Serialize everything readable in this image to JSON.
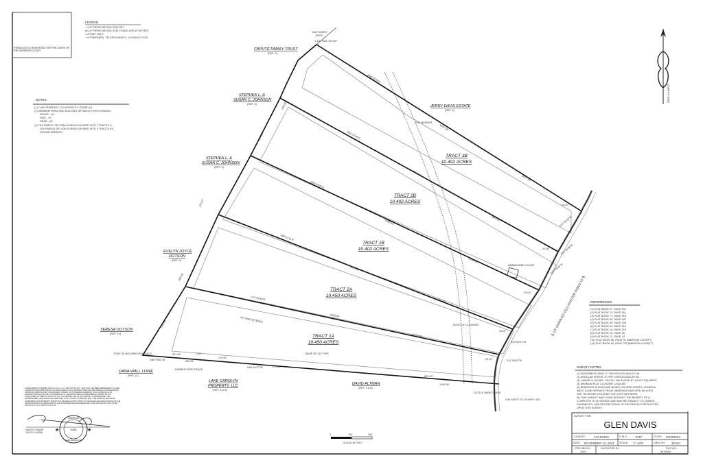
{
  "clerk_block": "THIS BLOCK IS RESERVED FOR THE CLERK OF THE SUPERIOR COURT",
  "legend": {
    "title": "LEGEND",
    "items": [
      "○=1/2\" REINFORCING ROD SET",
      "●=1/2\" REINFORCING ROD FOUND (OR AS NOTED)",
      "▵=POINT ONLY",
      "⊸=POWER(PP), TELEPHONE(TP), LIGHT(LP) POLE"
    ]
  },
  "notes": {
    "title": "NOTES",
    "items": [
      "(1) THIS PROPERTY IS CURRENTLY ZONED A2",
      "(2) MINIMUM PRINCIPAL BUILDING SETBACKS (PER ZONING):",
      "FRONT - 50'",
      "SIDE - 40'",
      "REAR - 40'",
      "(3) TAX PARCEL 057 008A IS BEING DIVIDED INTO 2 TRACTS &",
      "TAX PARCEL 057 008 IS BEING DIVIDED INTO 3 TRACTS AS",
      "SHOWN HEREON."
    ]
  },
  "north_arrow_label": "GRID GA WEST",
  "adjoiners": {
    "capute": "CAPUTE FAMILY TRUST",
    "capute_ref": "(REF. 3)",
    "johnson1": [
      "STEPHEN L. &",
      "SUSAN C. JOHNSON"
    ],
    "johnson1_ref": "(REF. 5)",
    "johnson2": [
      "STEPHEN L. &",
      "SUSAN C. JOHNSON"
    ],
    "johnson2_ref": "(REF. 5)",
    "jerry": "JERRY DAVIS ESTATE",
    "jerry_ref": "(REF. 6)",
    "evelyn": [
      "EVELYN JOYCE",
      "DOTSON"
    ],
    "evelyn_ref": "(REF. 9)",
    "teresa": "TERESA DOTSON",
    "teresa_ref": "(REF. 10)",
    "dana": "DANA WALL LOWE",
    "dana_ref": "(REF. 11)",
    "lake": [
      "LAKE CAROLYN",
      "PROPERTY, LLC"
    ],
    "lake_ref": "(REF. 4 & 8)",
    "altman": "DAVID ALTMAN",
    "altman_ref": "(REF. 4 & 8)"
  },
  "tracts": [
    {
      "name": "TRACT 3B",
      "area": "10.402 ACRES"
    },
    {
      "name": "TRACT 2B",
      "area": "10.402 ACRES"
    },
    {
      "name": "TRACT 1B",
      "area": "10.402 ACRES"
    },
    {
      "name": "TRACT 2A",
      "area": "10.450 ACRES"
    },
    {
      "name": "TRACT 1A",
      "area": "10.450 ACRES"
    }
  ],
  "dimensions": {
    "north_tie": "N40°36'36\"E",
    "north_tie_dist": "68.03'",
    "nail": "1-1/4\" NAIL W/CAP",
    "north_line": "S58°43'04\"E",
    "north_len": "1597.18'",
    "north_len2": "1617.18'",
    "l1_bearing": "S81°23'34\"E",
    "l1_len": "1621.10'",
    "l1_len2": "1641.10'",
    "l2_bearing": "S84°43'33\"E",
    "l2_len": "1608.61'",
    "l2_len2": "1626.61'",
    "l3_bearing": "S88°21'11\"E",
    "l3_len": "1591.68'",
    "l3_len2": "1611.86'",
    "l4_bearing": "S77°26'33\"E",
    "l4_len": "1653.38'",
    "l4_len2": "1673.38'",
    "s1": "321.94'",
    "s2": "322.81'",
    "s3": "1.15'",
    "s4": "175.50'",
    "s5": "471.21'",
    "s6": "833.30'",
    "s7": "1495.36'",
    "s_bearing": "N84°44'27\"W",
    "sw_bearing": "N86°39'51\"W",
    "offset": "20.00'",
    "w1": "228.56'",
    "w2": "324.56'",
    "w3": "374.67'",
    "w4": "405.92'",
    "w5": "233.56'",
    "setback": "40' SIDE SETBACK",
    "gas": "GAS MARKER",
    "abandoned": "ABANDONED HOUSE",
    "edge": "EDGE OF CLEARING",
    "e1": "S37°09'18\"W",
    "e2": "S34°26'38\"W",
    "e3": "S30°04'46\"W",
    "e4": "S24°50'01\"W",
    "e5": "S11°08'10\"W",
    "point_on": "POINT ON DISTURBED BUSHY AXLE",
    "base_pipe": "BASE OF 3/4\" PIPE",
    "barbed": "BARBED WIRE FENCE",
    "cattle": "CATTLE WIRE FENCE"
  },
  "road": {
    "label": "℄ OF UNPAVED OLD HUNTER ROAD 15' ℄",
    "distance": "0.55 MILES TO GA HWY. 330"
  },
  "references": {
    "title": "REFERENCES",
    "items": [
      "(1)  PLAT BOOK 87, PAGE 292",
      "(2)  PLAT BOOK 74, PAGE 116",
      "(3)  PLAT BOOK 71, PAGE 918",
      "(4)  PLAT BOOK 69, PAGE 187",
      "(5)  PLAT BOOK 69, PAGE 106",
      "(6)  PLAT BOOK 62, PAGE 215",
      "(7)  PLAT BOOK 18, PAGE 219",
      "(8)  PLAT BOOK 15, PAGE 26",
      "(9)  PLAT BOOK 12, PAGE 24",
      "(10) PLAT BOOK 58, PAGE 91 (BARROW COUNTY)",
      "(11) PLAT BOOK 84, PAGE 753 (BARROW COUNTY)"
    ]
  },
  "survey_notes": {
    "title": "SURVEY NOTES",
    "items": [
      "(1) EQUIPMENT USED: 2\" THEODOLITE AND E.D.M.",
      "(2) ANGULAR ERROR: 4\" PER STATION ADJUSTED.",
      "(3) LINEAR CLOSURE: 1/83,111, BALANCED BY LEAST SQUARES.",
      "(4) MINIMUM PLAT CLOSURE: 1/416,430",
      "(5) BEARINGS SHOWN ARE BASED ON GRID NORTH, GEORGIA",
      "     WEST ZONE DERIVED FROM OBSERVATIONS WITH AN eGPS",
      "     20/5, RECEIVER UTILIZING THE eGPS NETWORK.",
      "(6) THIS SURVEY WAS DONE WITHOUT THE BENEFIT OF A",
      "     COMPLETE TITLE SEARCH AND MAY BE SUBJECT TO LEASES,",
      "     EASEMENTS, AND RESTRICTIONS OF RECORD NOT REFLECTED",
      "     UPON THIS SURVEY."
    ]
  },
  "certification": "AS REQUIRED BY SUBSECTION (d) OF O.C.G.A. SECTION 15-6-67, THIS PLAT HAS BEEN PREPARED BY A LAND SURVEYOR AND APPROVED BY ALL APPLICABLE LOCAL JURISDICTIONS FOR RECORDING AS EVIDENCED BY APPROVAL CERTIFICATES, SIGNATURES, STAMPS, OR STATEMENTS HEREON. SUCH APPROVALS OR AFFIRMATIONS SHOULD BE CONFIRMED WITH THE APPROPRIATE GOVERNMENTAL BODIES BY ANY PURCHASER OR USER OF THIS PLAT AS TO INTENDED USE OF ANY PARCEL. FURTHERMORE, THE UNDERSIGNED LAND SURVEYOR CERTIFIES THAT THIS PLAT COMPLIES WITH THE MINIMUM TECHNICAL STANDARDS FOR PROPERTY SURVEYS IN GEORGIA AS SET FORTH IN THE RULES AND REGULATIONS OF THE GEORGIA BOARD OF REGISTRATION FOR PROFESSIONAL ENGINEERS AND LAND SURVEYORS AND AS SET FORTH IN O.C.G.A. SECTION 15-6-67.",
  "surveyor": {
    "name": "DAVID CHAMP",
    "license": "GA PLS #3038"
  },
  "seal": {
    "top": "GEORGIA",
    "number": "3038",
    "bottom": "LAND SURVEYOR"
  },
  "scale_bar": {
    "ticks": [
      "0",
      "100",
      "200"
    ],
    "label": "SCALE IN FEET"
  },
  "title_block": {
    "survey_for_label": "SURVEY FOR:",
    "survey_for": "GLEN DAVIS",
    "county_label": "COUNTY:",
    "county": "JACKSON",
    "gmd_label": "G.M.D.:",
    "gmd": "1747",
    "state_label": "STATE:",
    "state": "GEORGIA",
    "date_label": "DATE:",
    "date": "NOVEMBER 14, 2023",
    "scale_label": "SCALE:",
    "scale": "1\"=100'",
    "dwg_label": "DWG. BY:",
    "dwg": "JESSI",
    "fieldbook_label": "FIELDBOOK:",
    "fieldbook": "1049",
    "surveyed_by_label": "SURVEYED BY:",
    "file_label": "FILE NO.:",
    "file": "3975080-"
  }
}
